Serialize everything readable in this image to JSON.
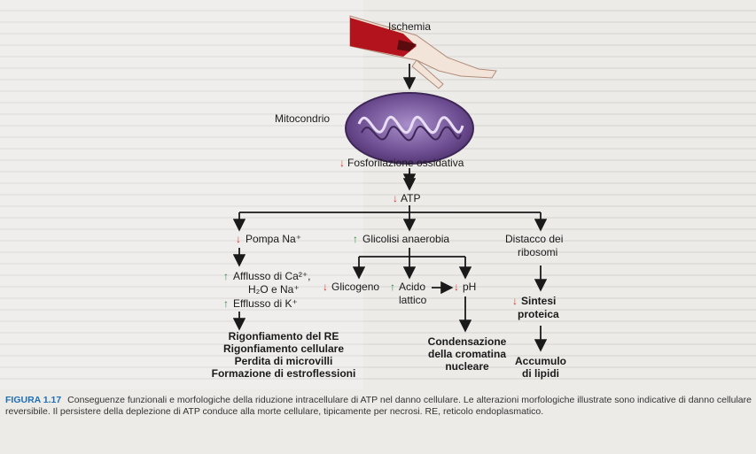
{
  "diagram": {
    "ischemia": "Ischemia",
    "mitochondrion": "Mitocondrio",
    "oxphos": "Fosforilazione ossidativa",
    "atp": "ATP",
    "pump": "Pompa Na⁺",
    "glycolysis": "Glicolisi anaerobia",
    "ribosome_line1": "Distacco dei",
    "ribosome_line2": "ribosomi",
    "ca_line1": "Afflusso di Ca²⁺,",
    "ca_line2": "H₂O e Na⁺",
    "k_efflux": "Efflusso di K⁺",
    "glycogen": "Glicogeno",
    "acid_line1": "Acido",
    "acid_line2": "lattico",
    "ph": "pH",
    "synth_line1": "Sintesi",
    "synth_line2": "proteica",
    "outcomes_left": [
      "Rigonfiamento del RE",
      "Rigonfiamento cellulare",
      "Perdita di microvilli",
      "Formazione di estroflessioni"
    ],
    "chromatin_line1": "Condensazione",
    "chromatin_line2": "della cromatina",
    "chromatin_line3": "nucleare",
    "lipid_line1": "Accumulo",
    "lipid_line2": "di lipidi",
    "down_arrow": "↓",
    "up_arrow": "↑"
  },
  "caption": {
    "figure": "FIGURA 1.17",
    "text": "Conseguenze funzionali e morfologiche della riduzione intracellulare di ATP nel danno cellulare. Le alterazioni morfologiche illustrate sono indicative di danno cellulare reversibile. Il persistere della deplezione di ATP conduce alla morte cellulare, tipicamente per necrosi. RE, reticolo endoplasmatico."
  },
  "colors": {
    "down": "#d6362d",
    "up": "#2f8b46",
    "vessel": "#b3131c",
    "mitochondrion": "#6b4b8f",
    "figure_label": "#1f6fb3"
  }
}
